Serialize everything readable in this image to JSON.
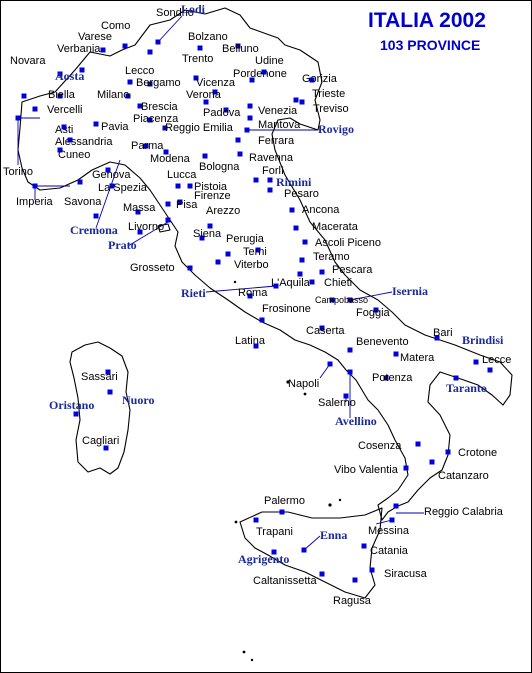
{
  "header": {
    "title": "ITALIA 2002",
    "subtitle": "103 PROVINCE"
  },
  "colors": {
    "outline": "#000000",
    "marker": "#0000dd",
    "leader": "#0000aa",
    "title": "#0000cc",
    "highlight_label": "#1a2a99"
  },
  "provinces": [
    {
      "name": "Sondrio"
    },
    {
      "name": "Lodi"
    },
    {
      "name": "Como"
    },
    {
      "name": "Varese"
    },
    {
      "name": "Verbania"
    },
    {
      "name": "Bolzano"
    },
    {
      "name": "Belluno"
    },
    {
      "name": "Trento"
    },
    {
      "name": "Udine"
    },
    {
      "name": "Novara"
    },
    {
      "name": "Aosta"
    },
    {
      "name": "Lecco"
    },
    {
      "name": "Pordenone"
    },
    {
      "name": "Gorizia"
    },
    {
      "name": "Bergamo"
    },
    {
      "name": "Vicenza"
    },
    {
      "name": "Biella"
    },
    {
      "name": "Milano"
    },
    {
      "name": "Verona"
    },
    {
      "name": "Trieste"
    },
    {
      "name": "Brescia"
    },
    {
      "name": "Padova"
    },
    {
      "name": "Venezia"
    },
    {
      "name": "Treviso"
    },
    {
      "name": "Vercelli"
    },
    {
      "name": "Piacenza"
    },
    {
      "name": "Mantova"
    },
    {
      "name": "Asti"
    },
    {
      "name": "Pavia"
    },
    {
      "name": "Reggio Emilia"
    },
    {
      "name": "Rovigo"
    },
    {
      "name": "Alessandria"
    },
    {
      "name": "Parma"
    },
    {
      "name": "Ferrara"
    },
    {
      "name": "Cuneo"
    },
    {
      "name": "Modena"
    },
    {
      "name": "Ravenna"
    },
    {
      "name": "Torino"
    },
    {
      "name": "Genova"
    },
    {
      "name": "Bologna"
    },
    {
      "name": "Forlì"
    },
    {
      "name": "Lucca"
    },
    {
      "name": "Rimini"
    },
    {
      "name": "Imperia"
    },
    {
      "name": "Savona"
    },
    {
      "name": "La Spezia"
    },
    {
      "name": "Pistoia"
    },
    {
      "name": "Pesaro"
    },
    {
      "name": "Massa"
    },
    {
      "name": "Pisa"
    },
    {
      "name": "Firenze"
    },
    {
      "name": "Ancona"
    },
    {
      "name": "Cremona"
    },
    {
      "name": "Arezzo"
    },
    {
      "name": "Livorno"
    },
    {
      "name": "Macerata"
    },
    {
      "name": "Prato"
    },
    {
      "name": "Siena"
    },
    {
      "name": "Perugia"
    },
    {
      "name": "Ascoli Piceno"
    },
    {
      "name": "Terni"
    },
    {
      "name": "Teramo"
    },
    {
      "name": "Grosseto"
    },
    {
      "name": "Viterbo"
    },
    {
      "name": "Pescara"
    },
    {
      "name": "L'Aquila"
    },
    {
      "name": "Chieti"
    },
    {
      "name": "Rieti"
    },
    {
      "name": "Roma"
    },
    {
      "name": "Campobasso"
    },
    {
      "name": "Isernia"
    },
    {
      "name": "Frosinone"
    },
    {
      "name": "Foggia"
    },
    {
      "name": "Caserta"
    },
    {
      "name": "Latina"
    },
    {
      "name": "Benevento"
    },
    {
      "name": "Bari"
    },
    {
      "name": "Brindisi"
    },
    {
      "name": "Sassari"
    },
    {
      "name": "Matera"
    },
    {
      "name": "Lecce"
    },
    {
      "name": "Napoli"
    },
    {
      "name": "Potenza"
    },
    {
      "name": "Taranto"
    },
    {
      "name": "Oristano"
    },
    {
      "name": "Nuoro"
    },
    {
      "name": "Salerno"
    },
    {
      "name": "Avellino"
    },
    {
      "name": "Cagliari"
    },
    {
      "name": "Cosenza"
    },
    {
      "name": "Crotone"
    },
    {
      "name": "Vibo Valentia"
    },
    {
      "name": "Catanzaro"
    },
    {
      "name": "Reggio Calabria"
    },
    {
      "name": "Palermo"
    },
    {
      "name": "Messina"
    },
    {
      "name": "Trapani"
    },
    {
      "name": "Enna"
    },
    {
      "name": "Agrigento"
    },
    {
      "name": "Catania"
    },
    {
      "name": "Caltanissetta"
    },
    {
      "name": "Siracusa"
    },
    {
      "name": "Ragusa"
    }
  ]
}
